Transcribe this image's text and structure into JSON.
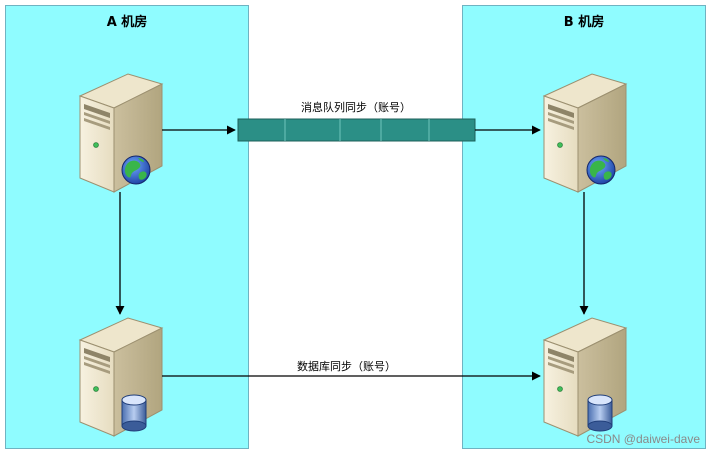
{
  "rooms": {
    "a": {
      "title": "A 机房"
    },
    "b": {
      "title": "B 机房"
    }
  },
  "links": {
    "mq_sync": "消息队列同步（账号）",
    "db_sync": "数据库同步（账号）"
  },
  "icons": {
    "web_server": "web-server-icon",
    "db_server": "database-server-icon"
  },
  "colors": {
    "room_bg": "#8ffcff",
    "queue_fill": "#2b8f86"
  },
  "watermark": "CSDN @daiwei-dave"
}
